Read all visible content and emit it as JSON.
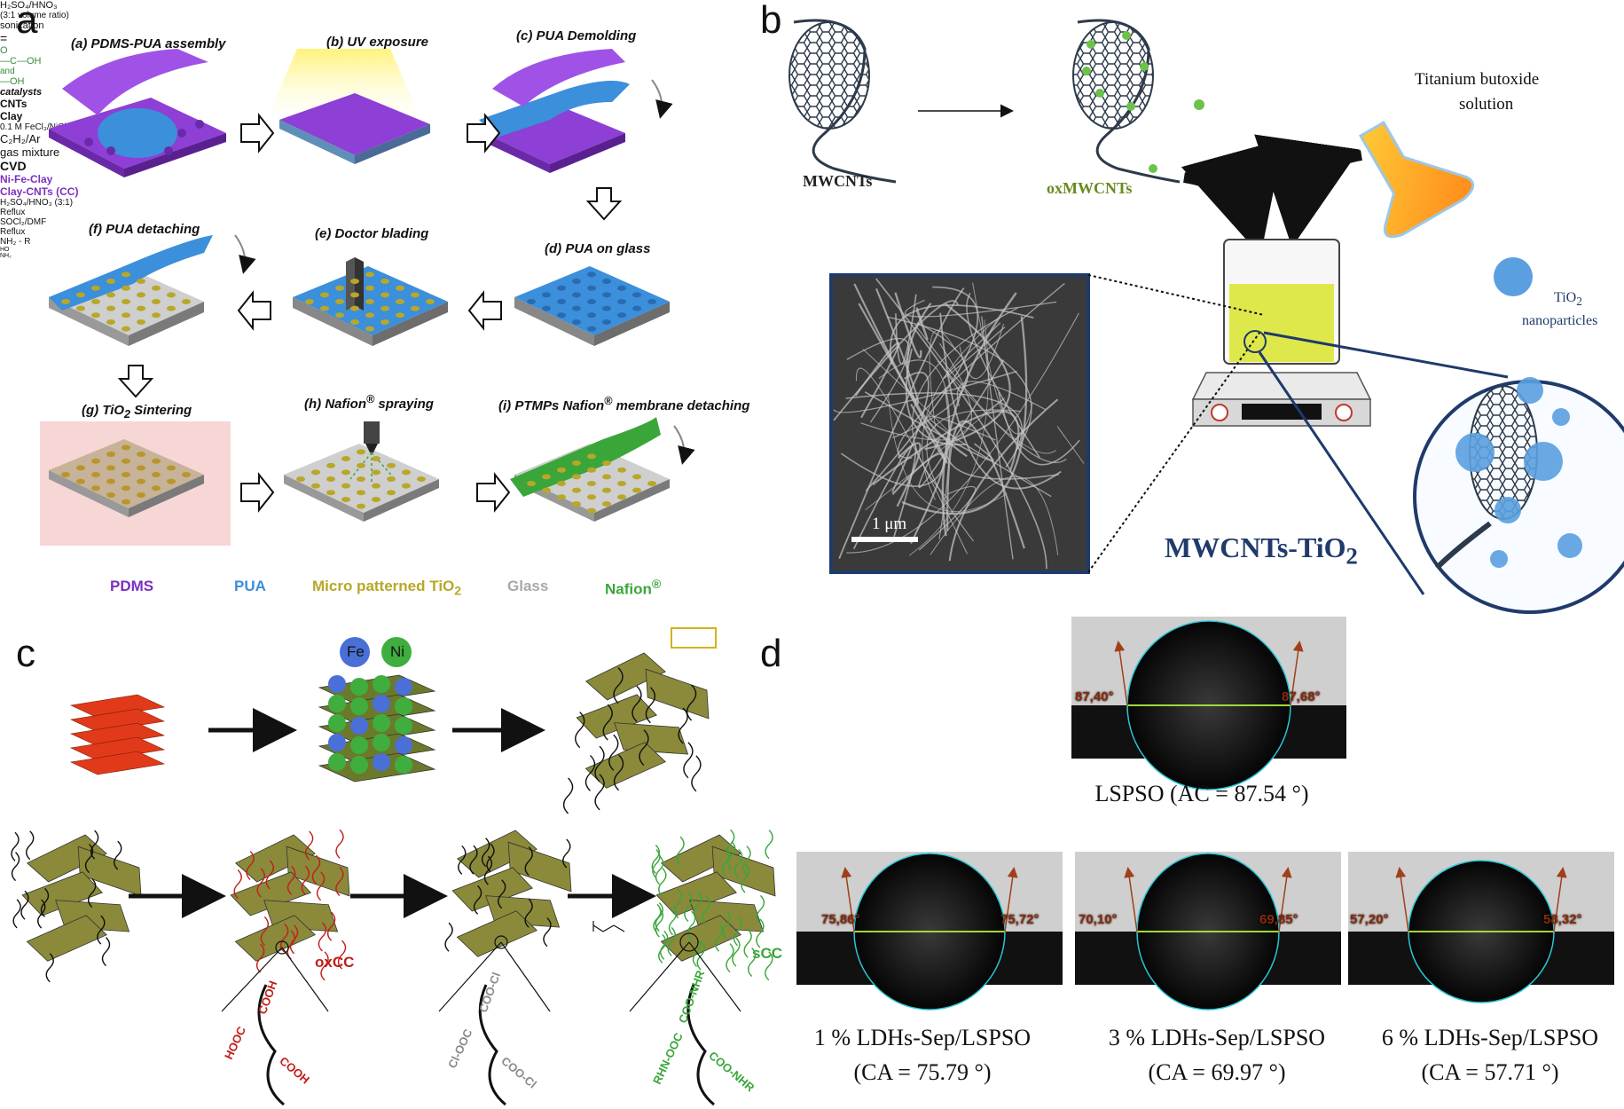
{
  "panel_labels": {
    "a": "a",
    "b": "b",
    "c": "c",
    "d": "d"
  },
  "panel_a": {
    "steps": {
      "a": "(a) PDMS-PUA assembly",
      "b": "(b) UV exposure",
      "c": "(c) PUA Demolding",
      "d": "(d) PUA on glass",
      "e": "(e) Doctor blading",
      "f": "(f) PUA detaching",
      "g_pre": "(g) TiO",
      "g_sub": "2",
      "g_post": " Sintering",
      "h_pre": "(h) Nafion",
      "h_sup": "®",
      "h_post": " spraying",
      "i_pre": "(i) PTMPs Nafion",
      "i_sup": "®",
      "i_post": " membrane detaching"
    },
    "legend": {
      "pdms": "PDMS",
      "pua": "PUA",
      "tio2_pre": "Micro patterned TiO",
      "tio2_sub": "2",
      "glass": "Glass",
      "nafion": "Nafion",
      "nafion_sup": "®"
    },
    "colors": {
      "pdms": "#7b2fbf",
      "pua": "#3a8fd8",
      "tio2": "#b8a728",
      "glass": "#a8a8a8",
      "nafion": "#3aa63a"
    }
  },
  "panel_b": {
    "reagent_top": "H₂SO₄/HNO₃",
    "reagent_ratio": "(3:1 volume ratio)",
    "reagent_bottom": "sonication",
    "mwcnts": "MWCNTs",
    "oxmwcnts": "oxMWCNTs",
    "eq": "=",
    "cooh": "—C—OH",
    "o": "O",
    "and": "and",
    "oh": "—OH",
    "titanium": "Titanium butoxide",
    "solution": "solution",
    "tio2_label_pre": "TiO",
    "tio2_label_sub": "2",
    "tio2_label_post": "nanoparticles",
    "scale": "1 μm",
    "product_pre": "MWCNTs-TiO",
    "product_sub": "2"
  },
  "panel_c": {
    "catalysts": "catalysts",
    "fe": "Fe",
    "ni": "Ni",
    "cnts": "CNTs",
    "clay": "Clay",
    "reagent1": "0.1 M FeCl₃/NiCl₂",
    "gas1": "C₂H₂/Ar",
    "gas2": "gas mixture",
    "cvd": "CVD",
    "ni_fe_clay": "Ni-Fe-Clay",
    "clay_cnts": "Clay-CNTs (CC)",
    "acid": "H₂SO₄/HNO₃ (3:1)",
    "reflux1": "Reflux",
    "socl": "SOCl₂/DMF",
    "reflux2": "Reflux",
    "nh2r": "NH₂ - R",
    "oxcc": "oxCC",
    "scc": "sCC",
    "cooh_a": "COOH",
    "hooc": "HOOC",
    "cooh_b": "COOH",
    "cocl_a": "COO-Cl",
    "clooc": "Cl-OOC",
    "cocl_b": "COO-Cl",
    "coonhr_a": "COO-NHR",
    "rhnooc": "RHN-OOC",
    "coonhr_b": "COO-NHR",
    "taurine_ho": "HO",
    "taurine_nh2": "NH₂"
  },
  "panel_d": {
    "top": {
      "left_angle": "87,40°",
      "right_angle": "87,68°",
      "caption": "LSPSO (AC = 87.54 °)"
    },
    "d1": {
      "left_angle": "75,86°",
      "right_angle": "75,72°",
      "caption1": "1 % LDHs-Sep/LSPSO",
      "caption2": "(CA = 75.79 °)"
    },
    "d3": {
      "left_angle": "70,10°",
      "right_angle": "69,85°",
      "caption1": "3 % LDHs-Sep/LSPSO",
      "caption2": "(CA = 69.97 °)"
    },
    "d6": {
      "left_angle": "57,20°",
      "right_angle": "58,32°",
      "caption1": "6 % LDHs-Sep/LSPSO",
      "caption2": "(CA = 57.71 °)"
    }
  }
}
